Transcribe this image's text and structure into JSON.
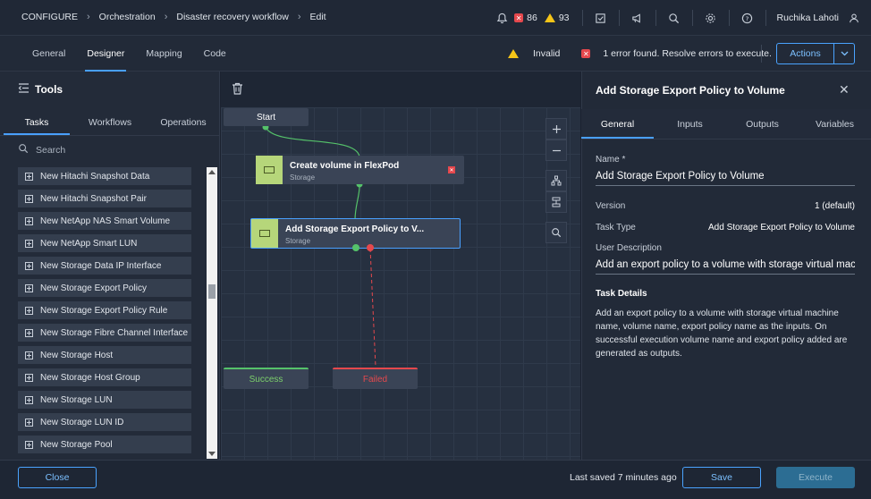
{
  "breadcrumb": [
    "CONFIGURE",
    "Orchestration",
    "Disaster recovery workflow",
    "Edit"
  ],
  "header": {
    "errors_count": "86",
    "warnings_count": "93",
    "user_name": "Ruchika Lahoti"
  },
  "tabs": [
    "General",
    "Designer",
    "Mapping",
    "Code"
  ],
  "status": {
    "validity": "Invalid",
    "error_message": "1 error found. Resolve errors to execute."
  },
  "actions_label": "Actions",
  "tools": {
    "title": "Tools",
    "tabs": [
      "Tasks",
      "Workflows",
      "Operations"
    ],
    "search_placeholder": "Search",
    "items": [
      "New Hitachi Snapshot Data",
      "New Hitachi Snapshot Pair",
      "New NetApp NAS Smart Volume",
      "New NetApp Smart LUN",
      "New Storage Data IP Interface",
      "New Storage Export Policy",
      "New Storage Export Policy Rule",
      "New Storage Fibre Channel Interface",
      "New Storage Host",
      "New Storage Host Group",
      "New Storage LUN",
      "New Storage LUN ID",
      "New Storage Pool"
    ]
  },
  "canvas": {
    "start_label": "Start",
    "task1": {
      "title": "Create volume in FlexPod",
      "subtitle": "Storage"
    },
    "task2": {
      "title": "Add Storage Export Policy to V...",
      "subtitle": "Storage"
    },
    "success_label": "Success",
    "failed_label": "Failed"
  },
  "panel": {
    "title": "Add Storage Export Policy to Volume",
    "tabs": [
      "General",
      "Inputs",
      "Outputs",
      "Variables"
    ],
    "name_label": "Name *",
    "name_value": "Add Storage Export Policy to Volume",
    "version_label": "Version",
    "version_value": "1 (default)",
    "task_type_label": "Task Type",
    "task_type_value": "Add Storage Export Policy to Volume",
    "user_desc_label": "User Description",
    "user_desc_value": "Add an export policy to a volume with storage virtual machine name, volume name, export policy name as the inputs.",
    "task_details_label": "Task Details",
    "task_details_text": "Add an export policy to a volume with storage virtual machine name, volume name, export policy name as the inputs. On successful execution volume name and export policy added are generated as outputs."
  },
  "footer": {
    "close_label": "Close",
    "last_saved": "Last saved 7 minutes ago",
    "save_label": "Save",
    "execute_label": "Execute"
  },
  "colors": {
    "accent": "#49a0ff",
    "error": "#e5484d",
    "warning": "#f5c518",
    "task_icon": "#b6d67a",
    "success": "#7ccf6b",
    "failed": "#e5484d"
  }
}
